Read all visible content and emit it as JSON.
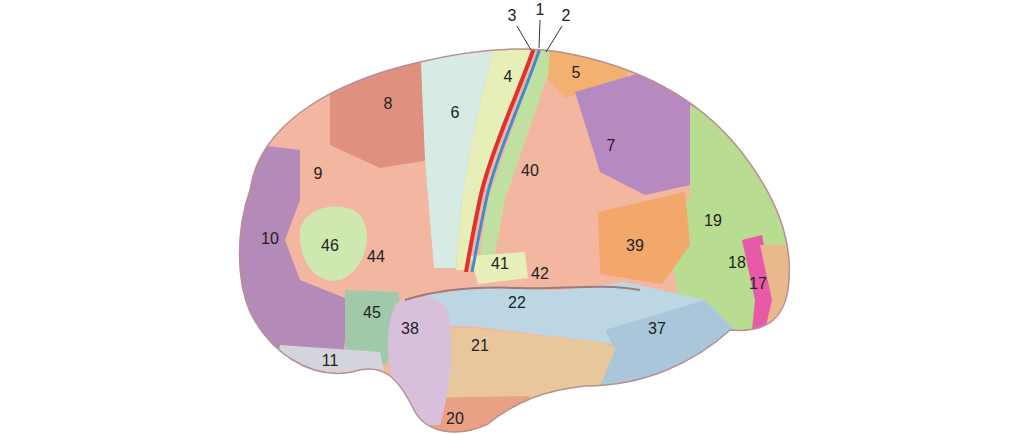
{
  "diagram": {
    "labels": [
      "3",
      "1",
      "2",
      "4",
      "5",
      "6",
      "8",
      "7",
      "40",
      "9",
      "10",
      "46",
      "44",
      "41",
      "42",
      "39",
      "19",
      "18",
      "17",
      "22",
      "45",
      "38",
      "21",
      "37",
      "11",
      "20"
    ]
  }
}
